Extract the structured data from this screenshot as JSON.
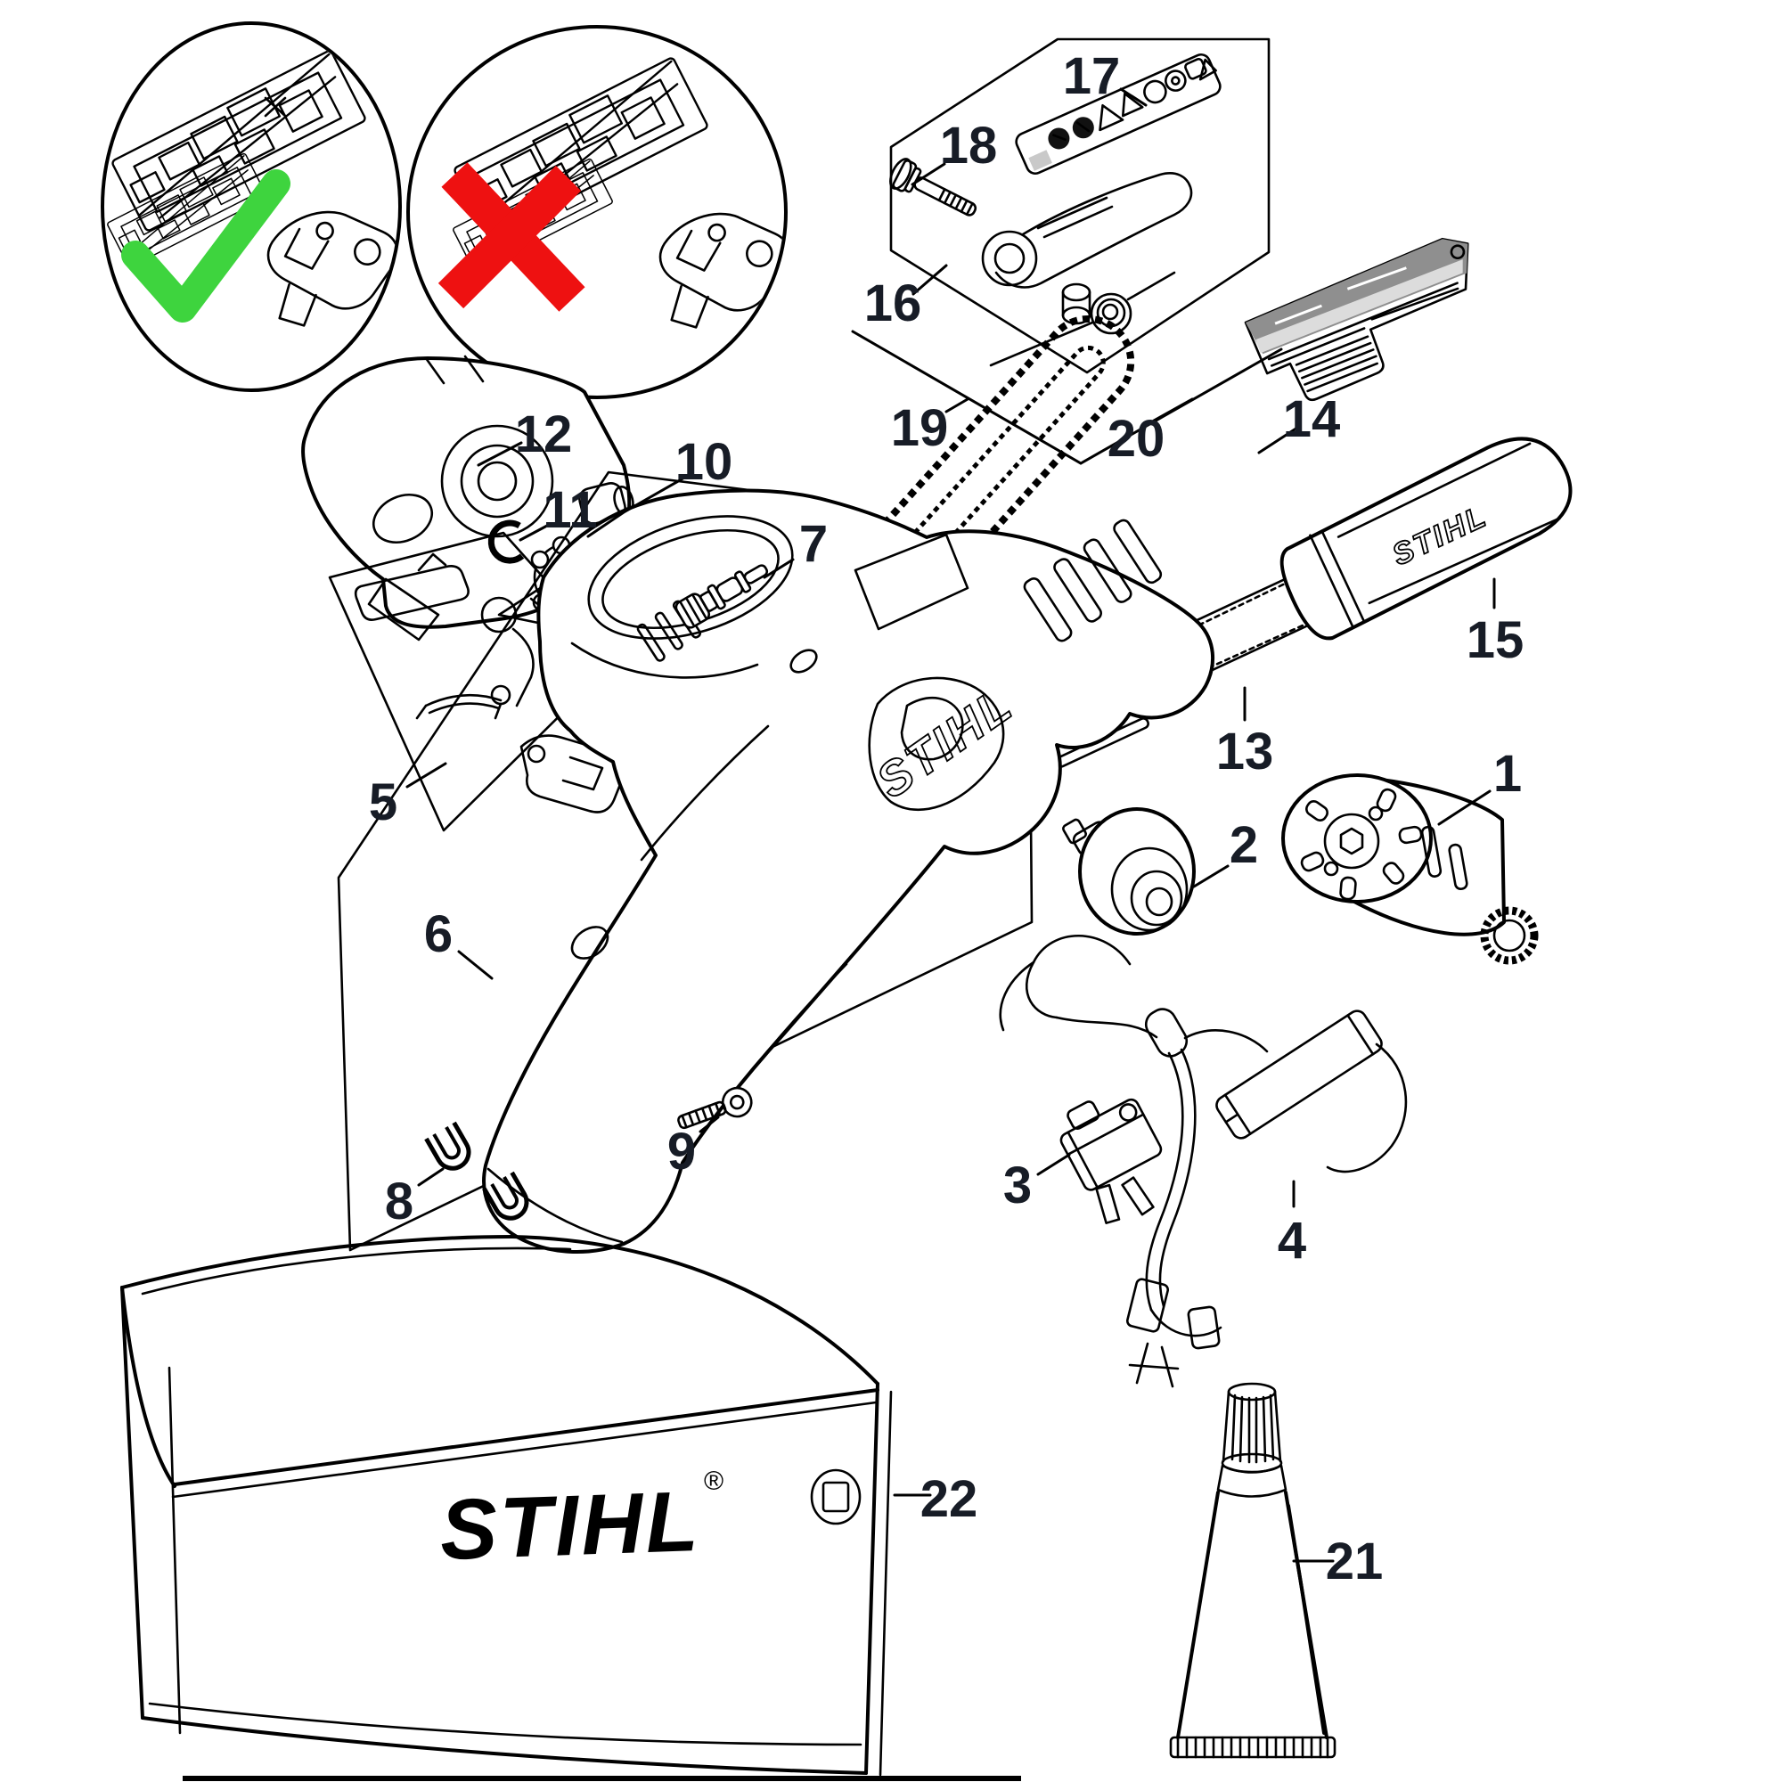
{
  "parts": [
    {
      "num": "1"
    },
    {
      "num": "2"
    },
    {
      "num": "3"
    },
    {
      "num": "4"
    },
    {
      "num": "5"
    },
    {
      "num": "6"
    },
    {
      "num": "7"
    },
    {
      "num": "8"
    },
    {
      "num": "9"
    },
    {
      "num": "10"
    },
    {
      "num": "11"
    },
    {
      "num": "12"
    },
    {
      "num": "13"
    },
    {
      "num": "14"
    },
    {
      "num": "15"
    },
    {
      "num": "16"
    },
    {
      "num": "17"
    },
    {
      "num": "18"
    },
    {
      "num": "19"
    },
    {
      "num": "20"
    },
    {
      "num": "21"
    },
    {
      "num": "22"
    }
  ],
  "logos": {
    "housing": "STIHL",
    "scabbard": "STIHL",
    "bag": "STIHL",
    "bag_registered": "®"
  },
  "marks": {
    "correct": "check-mark",
    "incorrect": "cross-mark",
    "board_misprint": "small-x-mark"
  },
  "colors": {
    "check_green": "#3ed43e",
    "cross_red": "#ee1111",
    "ink": "#000000",
    "label_ink": "#171c26"
  }
}
